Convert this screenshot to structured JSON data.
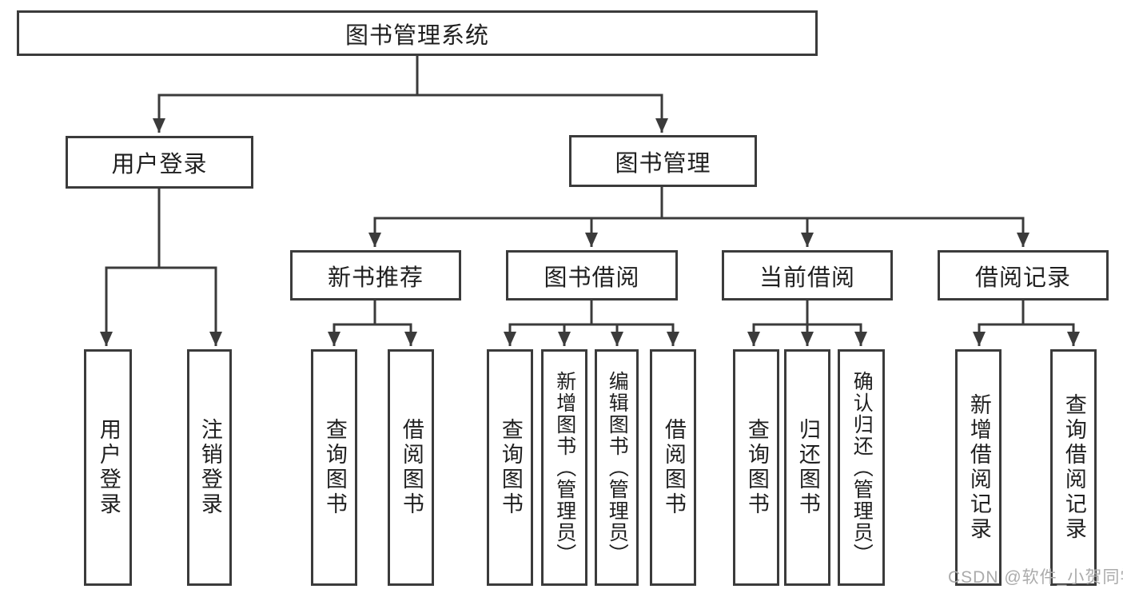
{
  "diagram_type": "feature-hierarchy-tree",
  "tree": {
    "label": "图书管理系统",
    "children": [
      {
        "label": "用户登录",
        "children": [
          {
            "label": "用户登录"
          },
          {
            "label": "注销登录"
          }
        ]
      },
      {
        "label": "图书管理",
        "children": [
          {
            "label": "新书推荐",
            "children": [
              {
                "label": "查询图书"
              },
              {
                "label": "借阅图书"
              }
            ]
          },
          {
            "label": "图书借阅",
            "children": [
              {
                "label": "查询图书"
              },
              {
                "label": "新增图书（管理员）"
              },
              {
                "label": "编辑图书（管理员）"
              },
              {
                "label": "借阅图书"
              }
            ]
          },
          {
            "label": "当前借阅",
            "children": [
              {
                "label": "查询图书"
              },
              {
                "label": "归还图书"
              },
              {
                "label": "确认归还（管理员）"
              }
            ]
          },
          {
            "label": "借阅记录",
            "children": [
              {
                "label": "新增借阅记录"
              },
              {
                "label": "查询借阅记录"
              }
            ]
          }
        ]
      }
    ]
  },
  "watermark": {
    "text": "CSDN @软件_小贺同学"
  },
  "colors": {
    "line": "#3b3b3b",
    "box_border": "#3b3b3b",
    "box_fill": "#ffffff",
    "text": "#1f1f1f",
    "watermark": "#ababab",
    "background": "#ffffff"
  }
}
